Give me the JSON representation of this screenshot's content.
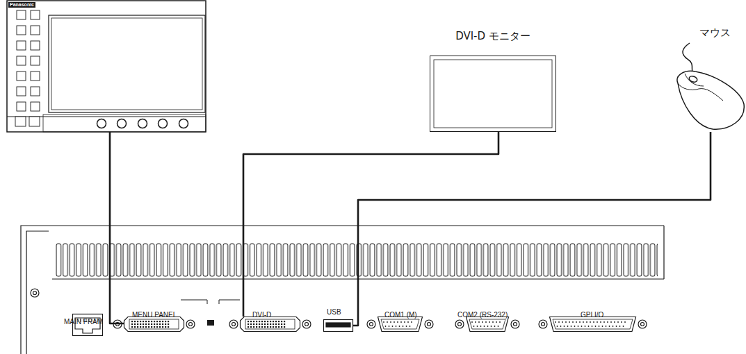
{
  "diagram": {
    "nodes": [
      {
        "text": [
          "Panasonic"
        ]
      },
      {
        "text": [
          "DVI-D モニター"
        ]
      },
      {
        "text": [
          "マウス"
        ]
      },
      {
        "text": [
          "MAIN FRAM"
        ]
      },
      {
        "text": [
          "MENU PANEL"
        ]
      },
      {
        "text": [
          "DVI-D"
        ]
      },
      {
        "text": [
          "USB"
        ]
      },
      {
        "text": [
          "COM1 (M)"
        ]
      },
      {
        "text": [
          "COM2 (RS-232)"
        ]
      },
      {
        "text": [
          "GPI I/O"
        ]
      }
    ],
    "edges": [
      {
        "from": 0,
        "to": 4,
        "arrow": "none"
      },
      {
        "from": 1,
        "to": 5,
        "arrow": "none"
      },
      {
        "from": 2,
        "to": 6,
        "arrow": "none"
      }
    ]
  }
}
